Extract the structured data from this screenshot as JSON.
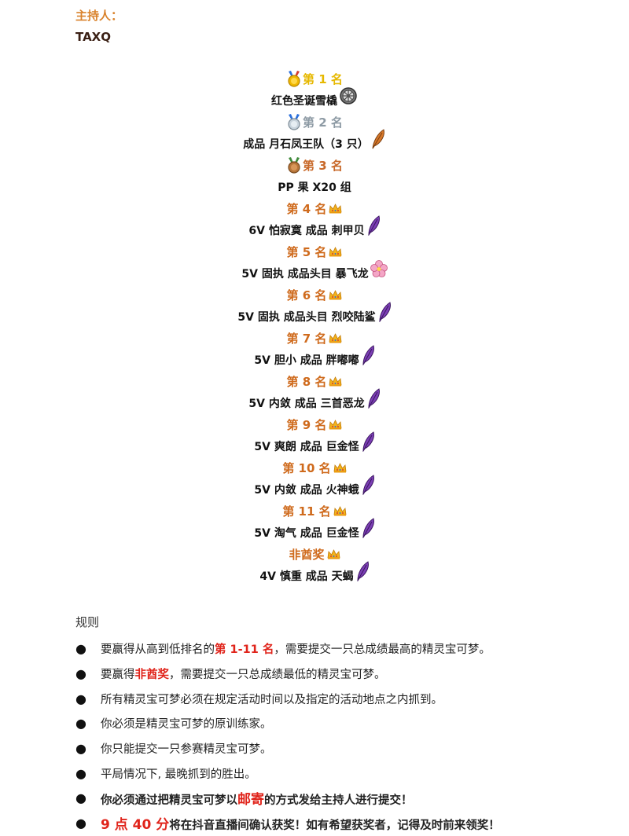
{
  "host": {
    "label": "主持人：",
    "name": "TAXQ"
  },
  "prizes": [
    {
      "place": "第 1 名",
      "item": "红色圣诞雪橇",
      "medal": "gold-medal-icon",
      "item_icon": "wheel-icon",
      "color": "#e6b800"
    },
    {
      "place": "第 2 名",
      "item": "成品 月石凤王队（3 只）",
      "medal": "silver-medal-icon",
      "item_icon": "feather-icon",
      "color": "#8d9aa4"
    },
    {
      "place": "第 3 名",
      "item": "PP 果 X20 组",
      "medal": "bronze-medal-icon",
      "item_icon": "",
      "color": "#c8692a"
    },
    {
      "place": "第 4 名",
      "item": "6V 怕寂寞 成品 刺甲贝",
      "medal": "crown-icon",
      "item_icon": "purple-feather-icon",
      "color": "#cf6a1c"
    },
    {
      "place": "第 5 名",
      "item": "5V 固执 成品头目 暴飞龙",
      "medal": "crown-icon",
      "item_icon": "pink-flower-icon",
      "color": "#cf6a1c"
    },
    {
      "place": "第 6 名",
      "item": "5V 固执 成品头目 烈咬陆鲨",
      "medal": "crown-icon",
      "item_icon": "purple-feather-icon",
      "color": "#cf6a1c"
    },
    {
      "place": "第 7 名",
      "item": "5V 胆小 成品 胖嘟嘟",
      "medal": "crown-icon",
      "item_icon": "purple-feather-icon",
      "color": "#cf6a1c"
    },
    {
      "place": "第 8 名",
      "item": "5V 内敛 成品 三首恶龙",
      "medal": "crown-icon",
      "item_icon": "purple-feather-icon",
      "color": "#cf6a1c"
    },
    {
      "place": "第 9 名",
      "item": "5V 爽朗 成品 巨金怪",
      "medal": "crown-icon",
      "item_icon": "purple-feather-icon",
      "color": "#cf6a1c"
    },
    {
      "place": "第 10 名",
      "item": "5V 内敛 成品 火神蛾",
      "medal": "crown-icon",
      "item_icon": "purple-feather-icon",
      "color": "#cf6a1c"
    },
    {
      "place": "第 11 名",
      "item": "5V 淘气 成品 巨金怪",
      "medal": "crown-icon",
      "item_icon": "purple-feather-icon",
      "color": "#cf6a1c"
    },
    {
      "place": "非酋奖",
      "item": "4V 慎重 成品 天蝎",
      "medal": "crown-icon",
      "item_icon": "purple-feather-icon",
      "color": "#cf6a1c"
    }
  ],
  "rules": {
    "title": "规则",
    "items": [
      {
        "before": "要赢得从高到低排名的",
        "highlight": "第 1-11 名",
        "after": "，需要提交一只总成绩最高的精灵宝可梦。"
      },
      {
        "before": "要赢得",
        "highlight": "非酋奖",
        "after": "，需要提交一只总成绩最低的精灵宝可梦。"
      },
      {
        "before": "所有精灵宝可梦必须在规定活动时间以及指定的活动地点之内抓到。",
        "highlight": "",
        "after": ""
      },
      {
        "before": "你必须是精灵宝可梦的原训练家。",
        "highlight": "",
        "after": ""
      },
      {
        "before": "你只能提交一只参赛精灵宝可梦。",
        "highlight": "",
        "after": ""
      },
      {
        "before": "平局情况下, 最晚抓到的胜出。",
        "highlight": "",
        "after": ""
      },
      {
        "before": "你必须通过把精灵宝可梦以",
        "highlight": "邮寄",
        "after": "的方式发给主持人进行提交！"
      },
      {
        "before": "",
        "highlight": "9 点 40 分",
        "after": "将在抖音直播间确认获奖！如有希望获奖者，记得及时前来领奖！"
      }
    ]
  }
}
